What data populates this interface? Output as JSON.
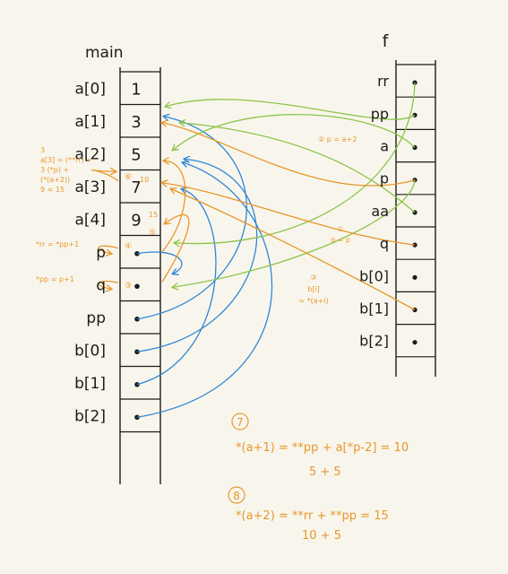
{
  "colors": {
    "ink": "#1b1b1b",
    "orange": "#e8962d",
    "blue": "#2f86d8",
    "green": "#8cc44a",
    "paper": "#f8f6ec"
  },
  "main": {
    "title": "main",
    "rows": [
      {
        "label": "a[0]",
        "value": "1",
        "pointer": false
      },
      {
        "label": "a[1]",
        "value": "3",
        "pointer": false
      },
      {
        "label": "a[2]",
        "value": "5",
        "pointer": false
      },
      {
        "label": "a[3]",
        "value": "7",
        "pointer": false
      },
      {
        "label": "a[4]",
        "value": "9",
        "pointer": false
      },
      {
        "label": "p",
        "value": "",
        "pointer": true
      },
      {
        "label": "q",
        "value": "",
        "pointer": true
      },
      {
        "label": "pp",
        "value": "",
        "pointer": true
      },
      {
        "label": "b[0]",
        "value": "",
        "pointer": true
      },
      {
        "label": "b[1]",
        "value": "",
        "pointer": true
      },
      {
        "label": "b[2]",
        "value": "",
        "pointer": true
      }
    ]
  },
  "f": {
    "title": "f",
    "rows": [
      {
        "label": "rr"
      },
      {
        "label": "pp"
      },
      {
        "label": "a"
      },
      {
        "label": "p"
      },
      {
        "label": "aa"
      },
      {
        "label": "q"
      },
      {
        "label": "b[0]"
      },
      {
        "label": "b[1]"
      },
      {
        "label": "b[2]"
      }
    ]
  },
  "side_notes": {
    "a3_expr": [
      "3",
      "a[3] = (**rr) +",
      "3 (*p) +",
      "(*(a+2))",
      "9 = 15"
    ],
    "rr_assign": "*rr = *pp+1",
    "pp_assign": "*pp = p+1",
    "step2": "② p = a+2",
    "step1": [
      "①",
      "q = p"
    ],
    "step3": [
      "③",
      "b[i]",
      "= *(a+i)"
    ],
    "circle_6": "⑥",
    "circle_5": "⑤",
    "circle_4": "④",
    "circle_3": "③",
    "n10": "10",
    "n15": "15"
  },
  "notes": {
    "step7_num": "7",
    "step7_eq": "*(a+1) = **pp + a[*p-2] = 10",
    "step7_vals": "5 + 5",
    "step8_num": "8",
    "step8_eq": "*(a+2) = **rr + **pp = 15",
    "step8_vals": "10 + 5"
  }
}
